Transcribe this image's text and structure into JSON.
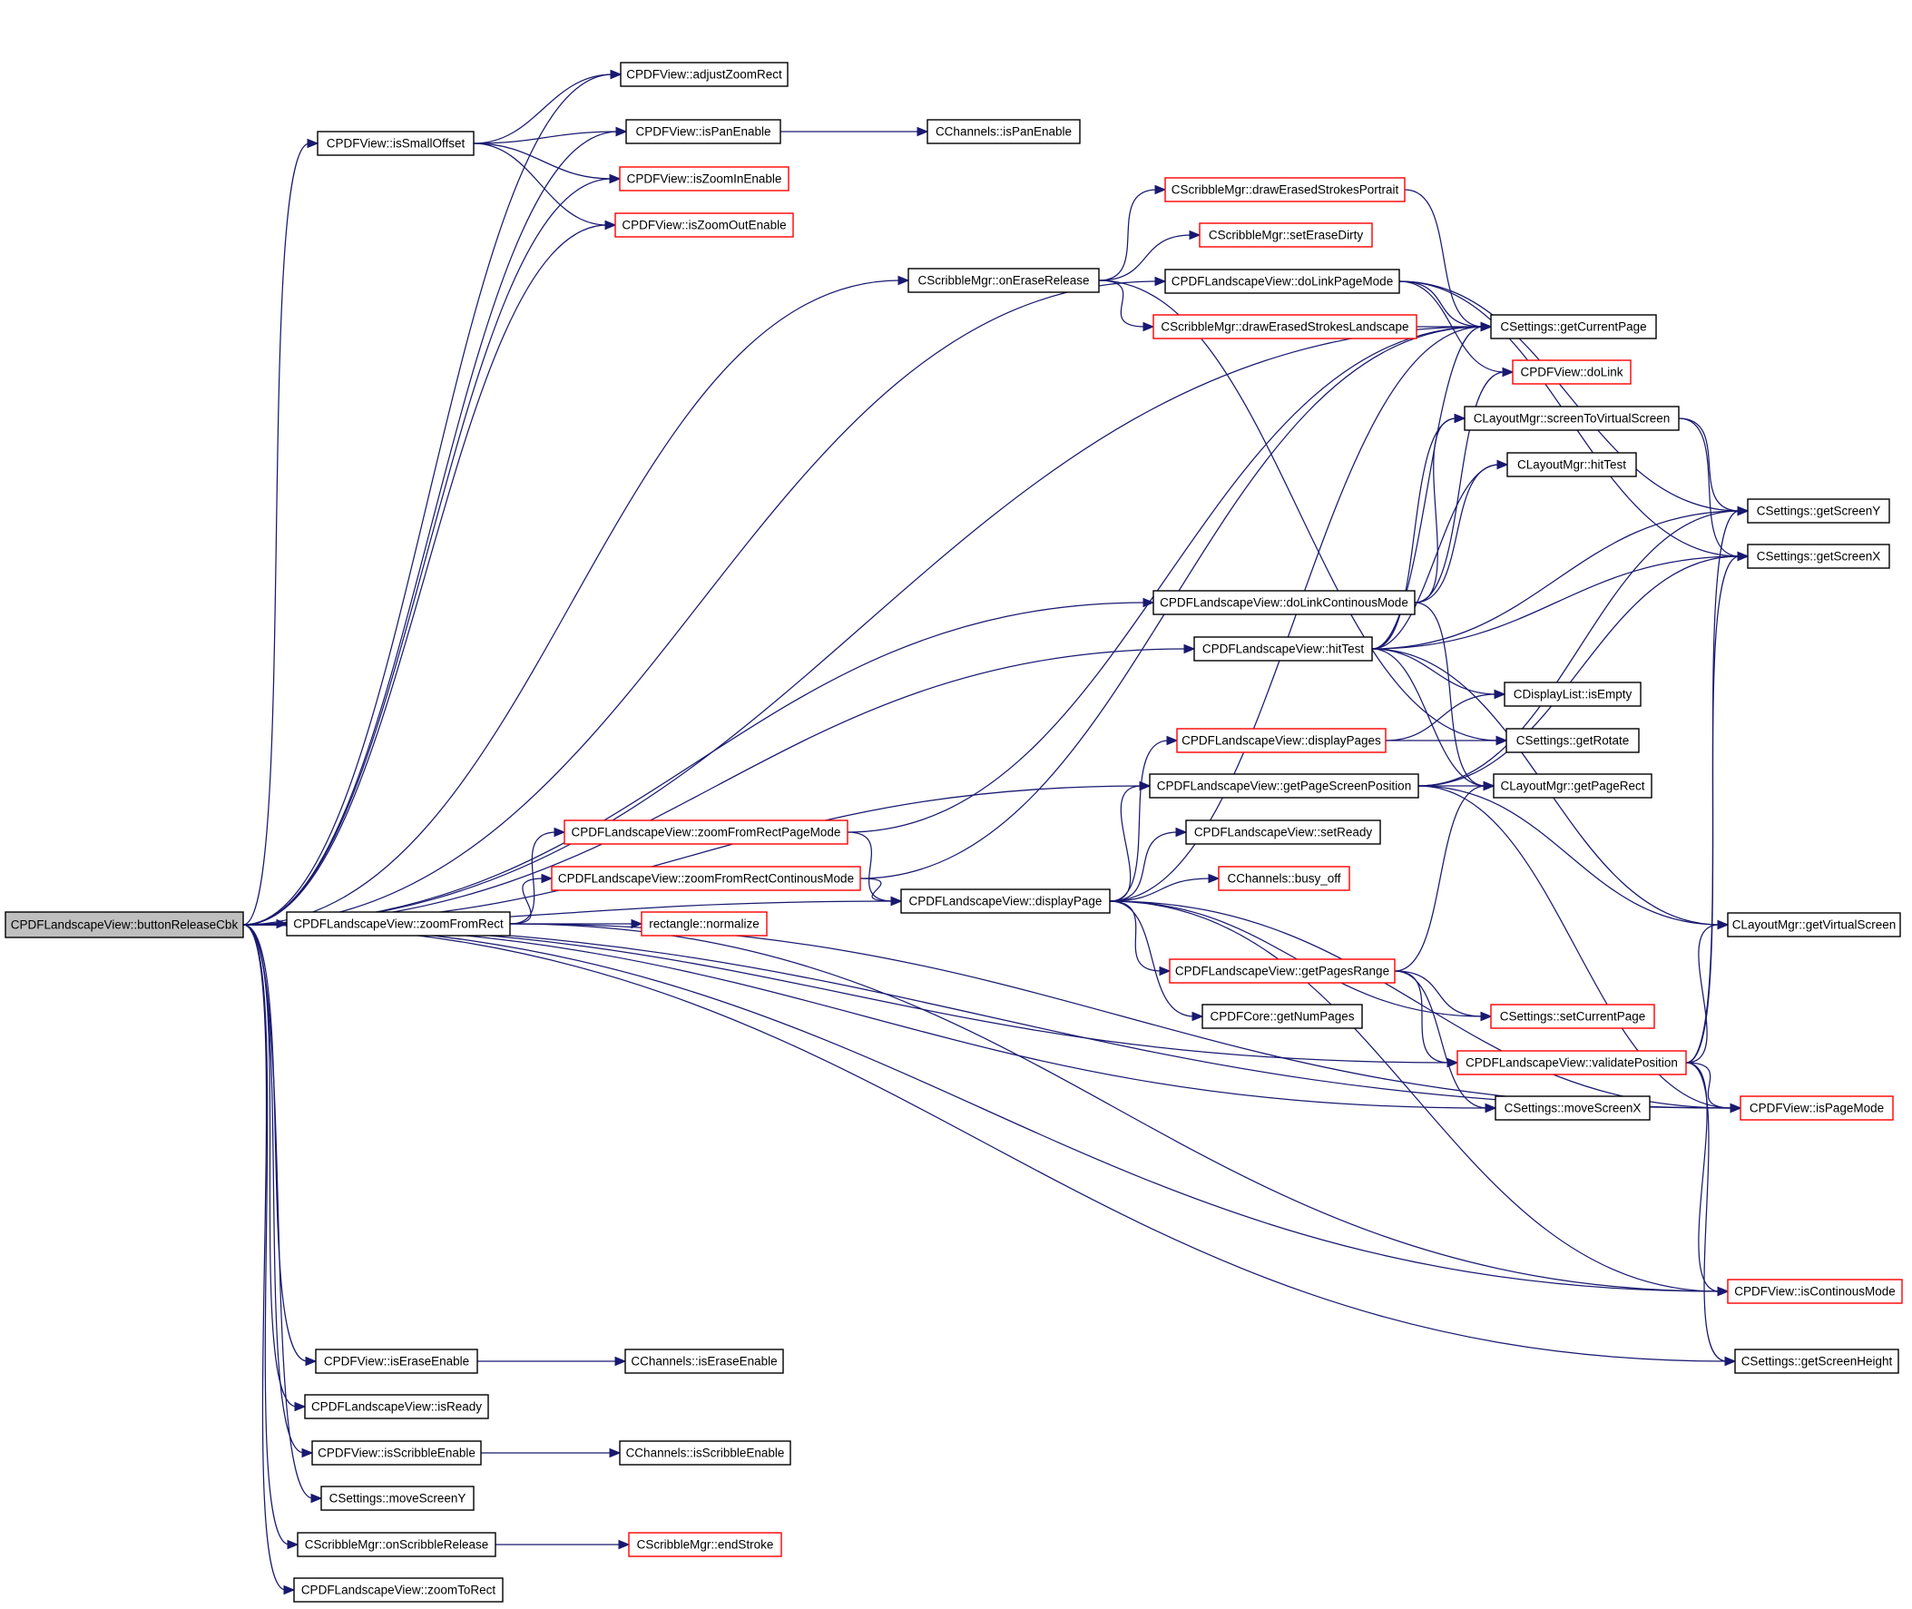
{
  "colors": {
    "edge": "#191970",
    "normal_border": "#000000",
    "red_border": "#ff0000",
    "root_fill": "#bfbfbf",
    "fill": "#ffffff"
  },
  "nodes": [
    {
      "id": "root",
      "label": "CPDFLandscapeView::buttonReleaseCbk",
      "style": "root"
    },
    {
      "id": "adjustZoomRect",
      "label": "CPDFView::adjustZoomRect",
      "style": "normal"
    },
    {
      "id": "isSmallOffset",
      "label": "CPDFView::isSmallOffset",
      "style": "normal"
    },
    {
      "id": "isPanEnable",
      "label": "CPDFView::isPanEnable",
      "style": "normal"
    },
    {
      "id": "chIsPanEnable",
      "label": "CChannels::isPanEnable",
      "style": "normal"
    },
    {
      "id": "isZoomInEnable",
      "label": "CPDFView::isZoomInEnable",
      "style": "red"
    },
    {
      "id": "isZoomOutEnable",
      "label": "CPDFView::isZoomOutEnable",
      "style": "red"
    },
    {
      "id": "drawErasedPortrait",
      "label": "CScribbleMgr::drawErasedStrokesPortrait",
      "style": "red"
    },
    {
      "id": "setEraseDirty",
      "label": "CScribbleMgr::setEraseDirty",
      "style": "red"
    },
    {
      "id": "onEraseRelease",
      "label": "CScribbleMgr::onEraseRelease",
      "style": "normal"
    },
    {
      "id": "doLinkPageMode",
      "label": "CPDFLandscapeView::doLinkPageMode",
      "style": "normal"
    },
    {
      "id": "drawErasedLandscape",
      "label": "CScribbleMgr::drawErasedStrokesLandscape",
      "style": "red"
    },
    {
      "id": "getCurrentPage",
      "label": "CSettings::getCurrentPage",
      "style": "normal"
    },
    {
      "id": "doLink",
      "label": "CPDFView::doLink",
      "style": "red"
    },
    {
      "id": "screenToVirtual",
      "label": "CLayoutMgr::screenToVirtualScreen",
      "style": "normal"
    },
    {
      "id": "lmHitTest",
      "label": "CLayoutMgr::hitTest",
      "style": "normal"
    },
    {
      "id": "getScreenY",
      "label": "CSettings::getScreenY",
      "style": "normal"
    },
    {
      "id": "getScreenX",
      "label": "CSettings::getScreenX",
      "style": "normal"
    },
    {
      "id": "doLinkContinous",
      "label": "CPDFLandscapeView::doLinkContinousMode",
      "style": "normal"
    },
    {
      "id": "lvHitTest",
      "label": "CPDFLandscapeView::hitTest",
      "style": "normal"
    },
    {
      "id": "dlIsEmpty",
      "label": "CDisplayList::isEmpty",
      "style": "normal"
    },
    {
      "id": "displayPages",
      "label": "CPDFLandscapeView::displayPages",
      "style": "red"
    },
    {
      "id": "getRotate",
      "label": "CSettings::getRotate",
      "style": "normal"
    },
    {
      "id": "getPageScreenPos",
      "label": "CPDFLandscapeView::getPageScreenPosition",
      "style": "normal"
    },
    {
      "id": "getPageRect",
      "label": "CLayoutMgr::getPageRect",
      "style": "normal"
    },
    {
      "id": "zoomFromRectPage",
      "label": "CPDFLandscapeView::zoomFromRectPageMode",
      "style": "red"
    },
    {
      "id": "setReady",
      "label": "CPDFLandscapeView::setReady",
      "style": "normal"
    },
    {
      "id": "zoomFromRectCont",
      "label": "CPDFLandscapeView::zoomFromRectContinousMode",
      "style": "red"
    },
    {
      "id": "busyOff",
      "label": "CChannels::busy_off",
      "style": "red"
    },
    {
      "id": "displayPage",
      "label": "CPDFLandscapeView::displayPage",
      "style": "normal"
    },
    {
      "id": "zoomFromRect",
      "label": "CPDFLandscapeView::zoomFromRect",
      "style": "normal"
    },
    {
      "id": "normalize",
      "label": "rectangle::normalize",
      "style": "red"
    },
    {
      "id": "getVirtualScreen",
      "label": "CLayoutMgr::getVirtualScreen",
      "style": "normal"
    },
    {
      "id": "getPagesRange",
      "label": "CPDFLandscapeView::getPagesRange",
      "style": "red"
    },
    {
      "id": "setCurrentPage",
      "label": "CSettings::setCurrentPage",
      "style": "red"
    },
    {
      "id": "getNumPages",
      "label": "CPDFCore::getNumPages",
      "style": "normal"
    },
    {
      "id": "validatePosition",
      "label": "CPDFLandscapeView::validatePosition",
      "style": "red"
    },
    {
      "id": "moveScreenX",
      "label": "CSettings::moveScreenX",
      "style": "normal"
    },
    {
      "id": "isPageMode",
      "label": "CPDFView::isPageMode",
      "style": "red"
    },
    {
      "id": "isContinousMode",
      "label": "CPDFView::isContinousMode",
      "style": "red"
    },
    {
      "id": "isEraseEnable",
      "label": "CPDFView::isEraseEnable",
      "style": "normal"
    },
    {
      "id": "chIsEraseEnable",
      "label": "CChannels::isEraseEnable",
      "style": "normal"
    },
    {
      "id": "getScreenHeight",
      "label": "CSettings::getScreenHeight",
      "style": "normal"
    },
    {
      "id": "isReady",
      "label": "CPDFLandscapeView::isReady",
      "style": "normal"
    },
    {
      "id": "isScribbleEnable",
      "label": "CPDFView::isScribbleEnable",
      "style": "normal"
    },
    {
      "id": "chIsScribbleEnable",
      "label": "CChannels::isScribbleEnable",
      "style": "normal"
    },
    {
      "id": "moveScreenY",
      "label": "CSettings::moveScreenY",
      "style": "normal"
    },
    {
      "id": "onScribbleRelease",
      "label": "CScribbleMgr::onScribbleRelease",
      "style": "normal"
    },
    {
      "id": "endStroke",
      "label": "CScribbleMgr::endStroke",
      "style": "red"
    },
    {
      "id": "zoomToRect",
      "label": "CPDFLandscapeView::zoomToRect",
      "style": "normal"
    }
  ],
  "edges": [
    [
      "root",
      "adjustZoomRect"
    ],
    [
      "root",
      "isSmallOffset"
    ],
    [
      "root",
      "isPanEnable"
    ],
    [
      "root",
      "isZoomInEnable"
    ],
    [
      "root",
      "isZoomOutEnable"
    ],
    [
      "root",
      "onEraseRelease"
    ],
    [
      "root",
      "doLinkPageMode"
    ],
    [
      "root",
      "getCurrentPage"
    ],
    [
      "root",
      "doLinkContinous"
    ],
    [
      "root",
      "lvHitTest"
    ],
    [
      "root",
      "getPageScreenPos"
    ],
    [
      "root",
      "zoomFromRect"
    ],
    [
      "root",
      "displayPage"
    ],
    [
      "root",
      "validatePosition"
    ],
    [
      "root",
      "moveScreenX"
    ],
    [
      "root",
      "isPageMode"
    ],
    [
      "root",
      "isContinousMode"
    ],
    [
      "root",
      "getScreenHeight"
    ],
    [
      "root",
      "isEraseEnable"
    ],
    [
      "root",
      "isReady"
    ],
    [
      "root",
      "isScribbleEnable"
    ],
    [
      "root",
      "moveScreenY"
    ],
    [
      "root",
      "onScribbleRelease"
    ],
    [
      "root",
      "zoomToRect"
    ],
    [
      "isSmallOffset",
      "adjustZoomRect"
    ],
    [
      "isSmallOffset",
      "isPanEnable"
    ],
    [
      "isSmallOffset",
      "isZoomInEnable"
    ],
    [
      "isSmallOffset",
      "isZoomOutEnable"
    ],
    [
      "isPanEnable",
      "chIsPanEnable"
    ],
    [
      "onEraseRelease",
      "drawErasedPortrait"
    ],
    [
      "onEraseRelease",
      "setEraseDirty"
    ],
    [
      "onEraseRelease",
      "drawErasedLandscape"
    ],
    [
      "onEraseRelease",
      "getRotate"
    ],
    [
      "drawErasedPortrait",
      "getCurrentPage"
    ],
    [
      "drawErasedLandscape",
      "getCurrentPage"
    ],
    [
      "doLinkPageMode",
      "getCurrentPage"
    ],
    [
      "doLinkPageMode",
      "doLink"
    ],
    [
      "doLinkPageMode",
      "getScreenY"
    ],
    [
      "doLinkPageMode",
      "getScreenX"
    ],
    [
      "doLinkContinous",
      "screenToVirtual"
    ],
    [
      "doLinkContinous",
      "lmHitTest"
    ],
    [
      "doLinkContinous",
      "doLink"
    ],
    [
      "doLinkContinous",
      "getPageRect"
    ],
    [
      "lvHitTest",
      "getCurrentPage"
    ],
    [
      "lvHitTest",
      "screenToVirtual"
    ],
    [
      "lvHitTest",
      "lmHitTest"
    ],
    [
      "lvHitTest",
      "getScreenY"
    ],
    [
      "lvHitTest",
      "getScreenX"
    ],
    [
      "lvHitTest",
      "dlIsEmpty"
    ],
    [
      "lvHitTest",
      "getPageRect"
    ],
    [
      "lvHitTest",
      "getVirtualScreen"
    ],
    [
      "screenToVirtual",
      "getScreenY"
    ],
    [
      "screenToVirtual",
      "getScreenX"
    ],
    [
      "displayPages",
      "dlIsEmpty"
    ],
    [
      "displayPages",
      "getRotate"
    ],
    [
      "getPageScreenPos",
      "getPageRect"
    ],
    [
      "getPageScreenPos",
      "getScreenY"
    ],
    [
      "getPageScreenPos",
      "getScreenX"
    ],
    [
      "getPageScreenPos",
      "getVirtualScreen"
    ],
    [
      "getPageScreenPos",
      "isPageMode"
    ],
    [
      "zoomFromRect",
      "zoomFromRectPage"
    ],
    [
      "zoomFromRect",
      "zoomFromRectCont"
    ],
    [
      "zoomFromRect",
      "normalize"
    ],
    [
      "zoomFromRect",
      "isPageMode"
    ],
    [
      "zoomFromRect",
      "isContinousMode"
    ],
    [
      "zoomFromRectPage",
      "getCurrentPage"
    ],
    [
      "zoomFromRectPage",
      "displayPage"
    ],
    [
      "zoomFromRectCont",
      "getCurrentPage"
    ],
    [
      "zoomFromRectCont",
      "displayPage"
    ],
    [
      "displayPage",
      "getCurrentPage"
    ],
    [
      "displayPage",
      "displayPages"
    ],
    [
      "displayPage",
      "getPageScreenPos"
    ],
    [
      "displayPage",
      "setReady"
    ],
    [
      "displayPage",
      "busyOff"
    ],
    [
      "displayPage",
      "getPagesRange"
    ],
    [
      "displayPage",
      "setCurrentPage"
    ],
    [
      "displayPage",
      "getNumPages"
    ],
    [
      "displayPage",
      "isPageMode"
    ],
    [
      "displayPage",
      "isContinousMode"
    ],
    [
      "getPagesRange",
      "getPageRect"
    ],
    [
      "getPagesRange",
      "setCurrentPage"
    ],
    [
      "getPagesRange",
      "validatePosition"
    ],
    [
      "getPagesRange",
      "moveScreenX"
    ],
    [
      "validatePosition",
      "getScreenY"
    ],
    [
      "validatePosition",
      "getScreenX"
    ],
    [
      "validatePosition",
      "getVirtualScreen"
    ],
    [
      "validatePosition",
      "isPageMode"
    ],
    [
      "validatePosition",
      "isContinousMode"
    ],
    [
      "validatePosition",
      "getScreenHeight"
    ],
    [
      "isEraseEnable",
      "chIsEraseEnable"
    ],
    [
      "isScribbleEnable",
      "chIsScribbleEnable"
    ],
    [
      "onScribbleRelease",
      "endStroke"
    ]
  ]
}
